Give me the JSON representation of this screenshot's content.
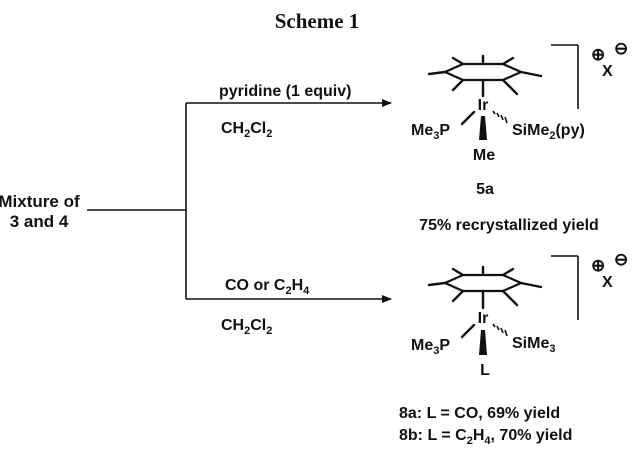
{
  "title": "Scheme 1",
  "start": {
    "line1": "Mixture of",
    "line2": "3 and 4"
  },
  "upper_path": {
    "reagent": {
      "base": "pyridine (1 equiv)"
    },
    "solvent": {
      "a": "CH",
      "b": "2",
      "c": "Cl",
      "d": "2"
    },
    "product": {
      "ligand_left": {
        "a": "Me",
        "b": "3",
        "c": "P"
      },
      "metal": "Ir",
      "ligand_right": {
        "a": "SiMe",
        "b": "2",
        "c": "(py)"
      },
      "ligand_bottom": "Me",
      "charge": "⊕",
      "counterion": "X",
      "counter_charge": "⊖",
      "label": "5a",
      "yield_text": "75% recrystallized yield"
    }
  },
  "lower_path": {
    "reagent": {
      "a": "CO or C",
      "b": "2",
      "c": "H",
      "d": "4"
    },
    "solvent": {
      "a": "CH",
      "b": "2",
      "c": "Cl",
      "d": "2"
    },
    "product": {
      "ligand_left": {
        "a": "Me",
        "b": "3",
        "c": "P"
      },
      "metal": "Ir",
      "ligand_right": {
        "a": "SiMe",
        "b": "3"
      },
      "ligand_bottom": "L",
      "charge": "⊕",
      "counterion": "X",
      "counter_charge": "⊖",
      "yield_8a": "8a: L = CO, 69% yield",
      "yield_8b": {
        "a": "8b: L = C",
        "b": "2",
        "c": "H",
        "d": "4",
        "e": ", 70% yield"
      }
    }
  }
}
